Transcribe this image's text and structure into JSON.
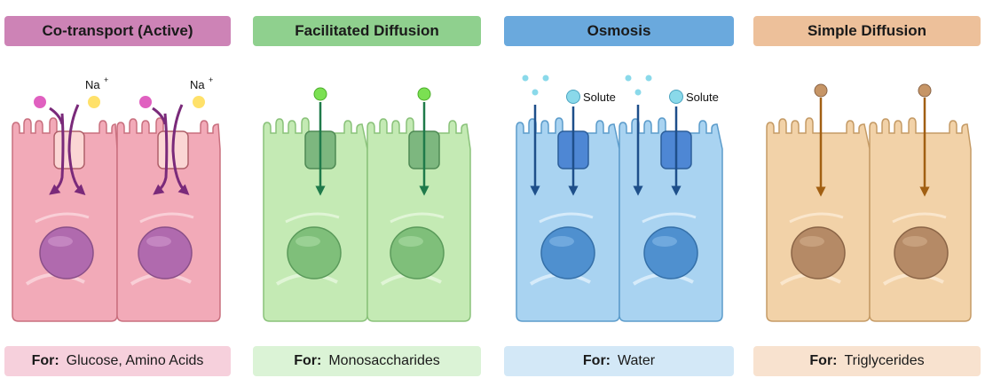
{
  "panels": [
    {
      "title": "Co-transport (Active)",
      "for_label": "For:",
      "for_value": "Glucose, Amino Acids",
      "colors": {
        "header": "#cd83b6",
        "footer": "#f6d0dc",
        "cell": "#f2aab8",
        "cell_stroke": "#c9707f",
        "cell_light": "#f9cfd7",
        "nucleus": "#b06aae",
        "nucleus_stroke": "#8a4f88",
        "channel": "#fbd6d4",
        "channel_stroke": "#b0606a",
        "arrow": "#7a2a7a"
      },
      "labels": {
        "na_a": "Na+",
        "na_b": "Na+"
      },
      "na_text": "Na",
      "na_sup": "+"
    },
    {
      "title": "Facilitated Diffusion",
      "for_label": "For:",
      "for_value": "Monosaccharides",
      "colors": {
        "header": "#8fd08e",
        "footer": "#dbf3d6",
        "cell": "#c4eab4",
        "cell_stroke": "#8ac27a",
        "cell_light": "#e0f5d6",
        "nucleus": "#7fbf7a",
        "nucleus_stroke": "#5a9a5a",
        "channel": "#7db77f",
        "channel_stroke": "#4f8a55",
        "arrow": "#1f7a4a",
        "molecule": "#7be052"
      }
    },
    {
      "title": "Osmosis",
      "for_label": "For:",
      "for_value": "Water",
      "colors": {
        "header": "#6aa9dd",
        "footer": "#d3e8f7",
        "cell": "#a9d3f1",
        "cell_stroke": "#5c9ccb",
        "cell_light": "#d6ebfa",
        "nucleus": "#4f90cf",
        "nucleus_stroke": "#346fa8",
        "channel": "#4e87d4",
        "channel_stroke": "#2c5e9a",
        "arrow": "#1e4f8a",
        "molecule": "#8ad9ea"
      },
      "labels": {
        "solute_a": "Solute",
        "solute_b": "Solute"
      }
    },
    {
      "title": "Simple Diffusion",
      "for_label": "For:",
      "for_value": "Triglycerides",
      "colors": {
        "header": "#edc09a",
        "footer": "#f8e2cf",
        "cell": "#f2d2a8",
        "cell_stroke": "#c59b66",
        "cell_light": "#fae6cc",
        "nucleus": "#b58a66",
        "nucleus_stroke": "#8a6446",
        "channel": "#b07a3a",
        "channel_stroke": "#7d5423",
        "arrow": "#a15f12",
        "molecule": "#c69566"
      }
    }
  ]
}
